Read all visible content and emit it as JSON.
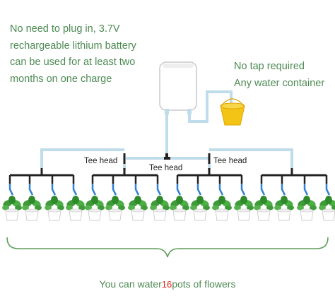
{
  "description": {
    "lines": [
      "No need to plug in, 3.7V",
      "rechargeable lithium battery",
      "can be used for at least two",
      "months on one charge"
    ]
  },
  "container": {
    "line1": "No tap required",
    "line2": "Any water container"
  },
  "tee_labels": {
    "left": "Tee head",
    "center": "Tee head",
    "right": "Tee head"
  },
  "bottom": {
    "prefix": "You can water",
    "count": "16",
    "suffix": "pots of flowers"
  },
  "colors": {
    "text_green": "#4d8a53",
    "accent_red": "#e8261e",
    "pipe": "#bfdceb",
    "pipe_dark": "#222222",
    "bucket": "#f3c316",
    "plant": "#3f9a3a"
  }
}
